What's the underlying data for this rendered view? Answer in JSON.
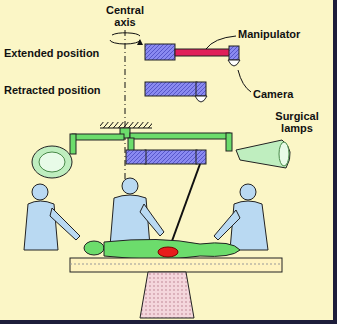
{
  "diagram": {
    "labels": [
      "Central axis",
      "Manipulator",
      "Extended position",
      "Retracted position",
      "Camera",
      "Surgical lamps"
    ]
  }
}
